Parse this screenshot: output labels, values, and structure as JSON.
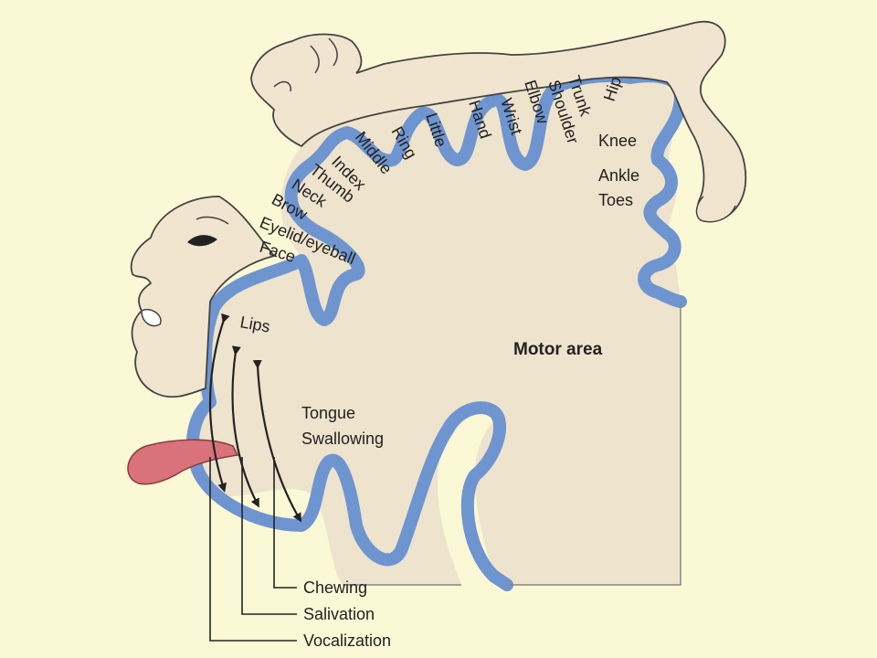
{
  "diagram": {
    "title": "Motor area",
    "body_labels": [
      "Hip",
      "Trunk",
      "Shoulder",
      "Elbow",
      "Wrist",
      "Hand",
      "Little",
      "Ring",
      "Middle",
      "Index",
      "Thumb",
      "Neck",
      "Brow",
      "Eyelid/eyeball",
      "Face"
    ],
    "leg_labels": [
      "Knee",
      "Ankle",
      "Toes"
    ],
    "mouth_labels": [
      "Lips",
      "Tongue",
      "Swallowing"
    ],
    "function_labels": [
      "Chewing",
      "Salivation",
      "Vocalization"
    ]
  },
  "colors": {
    "background": "#fbf8d6",
    "cortex_fill": "#eee3cc",
    "cortex_band": "#6f95d0",
    "body_fill": "#f1e5cf",
    "outline": "#444444",
    "tongue": "#d9727a"
  },
  "icons": [
    "homunculus-head-icon",
    "homunculus-hand-icon",
    "homunculus-foot-icon",
    "tongue-icon"
  ]
}
